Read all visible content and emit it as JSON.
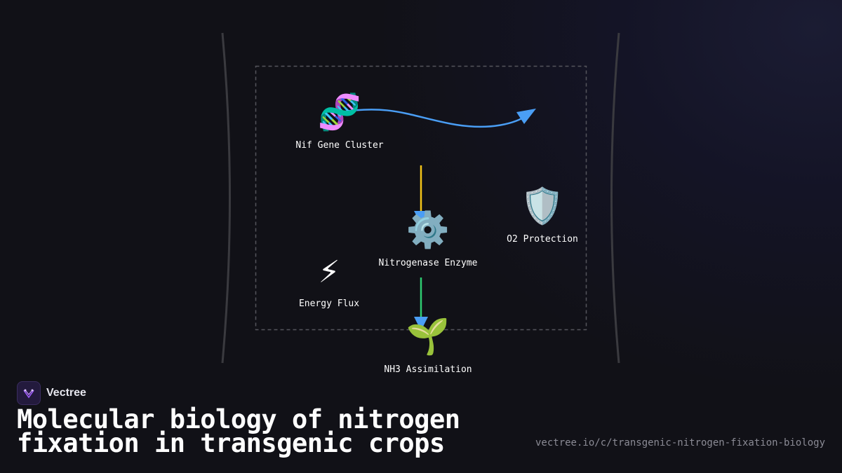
{
  "diagram": {
    "nodes": [
      {
        "id": "nif",
        "label": "Nif Gene Cluster",
        "icon": "dna-icon",
        "glyph": "🧬"
      },
      {
        "id": "nitrogenase",
        "label": "Nitrogenase Enzyme",
        "icon": "gear-icon",
        "glyph": "⚙️"
      },
      {
        "id": "o2",
        "label": "O2 Protection",
        "icon": "shield-icon",
        "glyph": "🛡️"
      },
      {
        "id": "energy",
        "label": "Energy Flux",
        "icon": "lightning-icon",
        "glyph": "⚡"
      },
      {
        "id": "nh3",
        "label": "NH3 Assimilation",
        "icon": "seedling-icon",
        "glyph": "🌱"
      }
    ],
    "colors": {
      "arrow_blue": "#4a9ef5",
      "arrow_yellow": "#f5c518",
      "arrow_green": "#2ecc71",
      "bracket": "#3a3a3f",
      "dashed_box": "#55555c"
    }
  },
  "brand": {
    "name": "Vectree",
    "icon": "vectree-logo-icon",
    "accent": "#9b59f5"
  },
  "headline": "Molecular biology of nitrogen fixation in transgenic crops",
  "url": "vectree.io/c/transgenic-nitrogen-fixation-biology"
}
